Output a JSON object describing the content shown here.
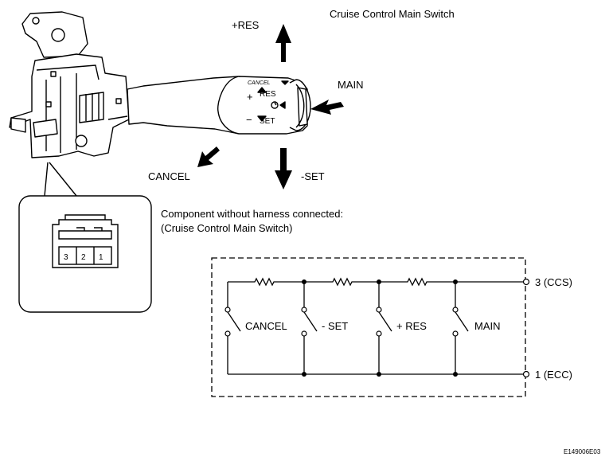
{
  "title": "Cruise Control Main Switch",
  "arrows": {
    "res": "+RES",
    "main": "MAIN",
    "cancel": "CANCEL",
    "set": "-SET"
  },
  "lever": {
    "cancel_mark": "CANCEL",
    "res_mark": "RES",
    "set_mark": "SET",
    "plus": "+",
    "minus": "−"
  },
  "connector": {
    "caption_line1": "Component without harness connected:",
    "caption_line2": "(Cruise Control Main Switch)",
    "pins": [
      "3",
      "2",
      "1"
    ]
  },
  "circuit": {
    "switches": [
      "CANCEL",
      "- SET",
      "+ RES",
      "MAIN"
    ],
    "terminal_top": "3 (CCS)",
    "terminal_bottom": "1 (ECC)"
  },
  "figure_code": "E149006E03"
}
